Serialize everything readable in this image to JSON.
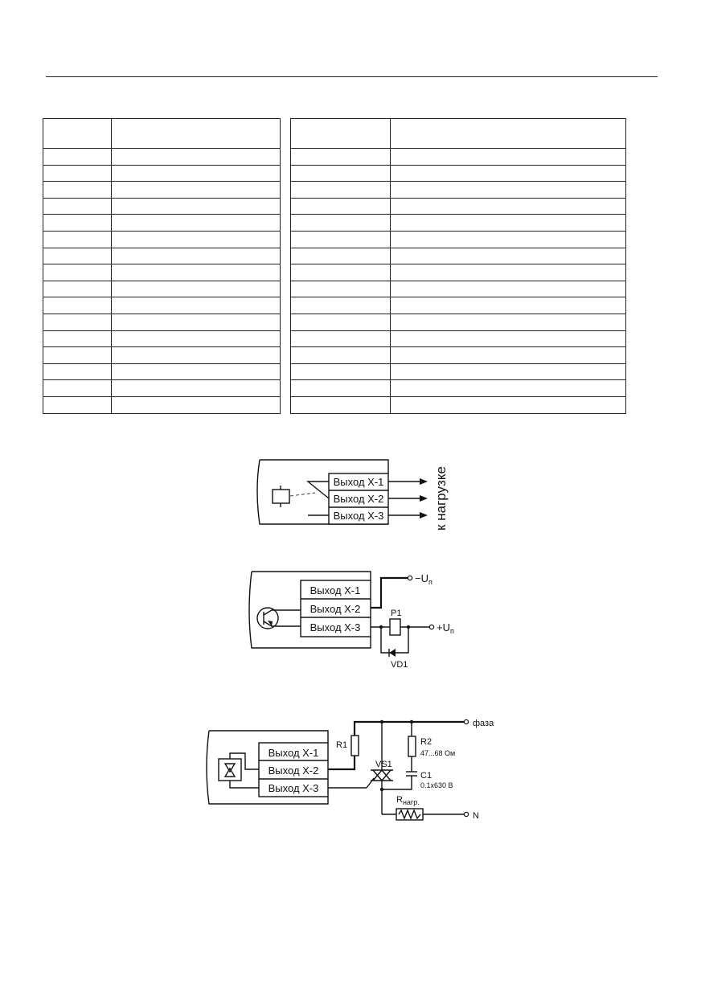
{
  "tables": {
    "left": {
      "header": [
        "",
        ""
      ],
      "rows": 16
    },
    "right": {
      "header": [
        "",
        ""
      ],
      "rows": 16
    }
  },
  "diagram_relay": {
    "outputs": [
      "Выход X-1",
      "Выход X-2",
      "Выход X-3"
    ],
    "load_label": "к нагрузке"
  },
  "diagram_transistor": {
    "outputs": [
      "Выход X-1",
      "Выход X-2",
      "Выход X-3"
    ],
    "minus_label": "−U",
    "plus_label": "+U",
    "supply_subscript": "п",
    "relay_label": "P1",
    "diode_label": "VD1"
  },
  "diagram_triac": {
    "outputs": [
      "Выход X-1",
      "Выход X-2",
      "Выход X-3"
    ],
    "phase_label": "фаза",
    "neutral_label": "N",
    "r1_label": "R1",
    "r2_label": "R2",
    "r2_value": "47...68 Ом",
    "vs1_label": "VS1",
    "c1_label": "C1",
    "c1_value": "0.1x630 В",
    "load_label": "R",
    "load_subscript": "нагр."
  }
}
